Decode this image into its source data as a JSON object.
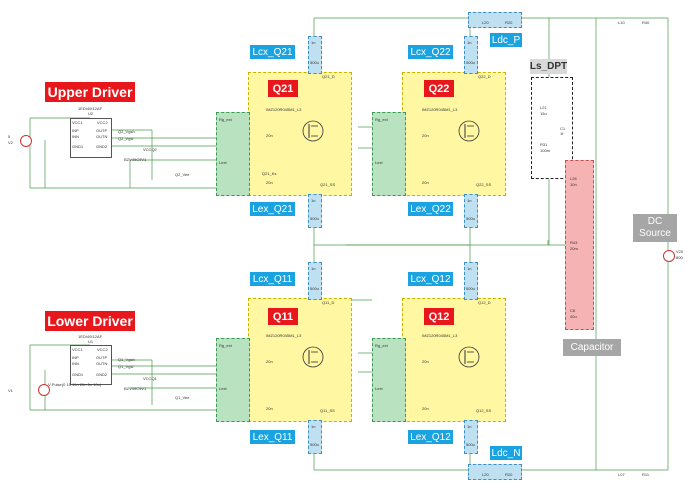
{
  "labels": {
    "upper_driver": "Upper Driver",
    "lower_driver": "Lower Driver",
    "q21": "Q21",
    "q22": "Q22",
    "q11": "Q11",
    "q12": "Q12",
    "lcx_q21": "Lcx_Q21",
    "lcx_q22": "Lcx_Q22",
    "lex_q21": "Lex_Q21",
    "lex_q22": "Lex_Q22",
    "lcx_q11": "Lcx_Q11",
    "lcx_q12": "Lcx_Q12",
    "lex_q11": "Lex_Q11",
    "lex_q12": "Lex_Q12",
    "ldc_p": "Ldc_P",
    "ldc_n": "Ldc_N",
    "ls_dpt": "Ls_DPT",
    "capacitor": "Capacitor",
    "dc_source": "DC\nSource"
  },
  "tiny": {
    "upper_driver_part": "1EDI40I12AF",
    "upper_driver_ref": "U2",
    "lower_driver_part": "1EDI40I12AF",
    "lower_driver_ref": "U1",
    "vcc1": "VCC1",
    "vcc2": "VCC2",
    "gnd1": "GND1",
    "gnd2": "GND2",
    "inp": "INP",
    "inn": "INN",
    "outp": "OUTP",
    "outn": "OUTN",
    "q2_vgsh": "Q2_Vgsh",
    "q2_vgsl": "Q2_Vgsl",
    "q2_vee": "Q2_Vee",
    "q1_vgsh": "Q1_Vgsh",
    "q1_vgsl": "Q1_Vgsl",
    "q1_vee": "Q1_Vee",
    "vccq2": "VCCQ2",
    "vccq1": "VCCQ1",
    "bzv": "BZV49C9V1",
    "pulse": "V-Pulse(0 15 10n 20n 5n 10u)",
    "v5": "5",
    "v2ref": "V2",
    "v1ref": "V1",
    "part_q": "IMZ120R045M1_L3",
    "r_ext": "Rg_ext",
    "l_ext": "Lext",
    "r20n": "20n",
    "q21_d": "Q21_D",
    "q21_ss": "Q21_SS",
    "q21_ks": "Q21_Ks",
    "q22_d": "Q22_D",
    "q22_ss": "Q22_SS",
    "q11_d": "Q11_D",
    "q11_ss": "Q11_SS",
    "q12_d": "Q12_D",
    "q12_ss": "Q12_SS",
    "r_50m": "500u",
    "l_1n": "1n",
    "l_10n": "10n",
    "ldc": "L20",
    "r_rdc": "R20",
    "l_ls": "L21",
    "l_ls_val": "15u",
    "r_ls": "R31",
    "r_ls_val": "100m",
    "c_ls": "C1",
    "c_ls_val": "1f",
    "l_cap": "L26",
    "l_cap_val": "10n",
    "r_cap": "R43",
    "r_cap_val": "20m",
    "c_cap": "C8",
    "c_cap_val": "40u",
    "v_src": "V20",
    "v_src_val": "800",
    "l_out_top": "L10",
    "r_out_top": "R40",
    "l_out_bot": "L07",
    "r_out_bot": "R11"
  }
}
